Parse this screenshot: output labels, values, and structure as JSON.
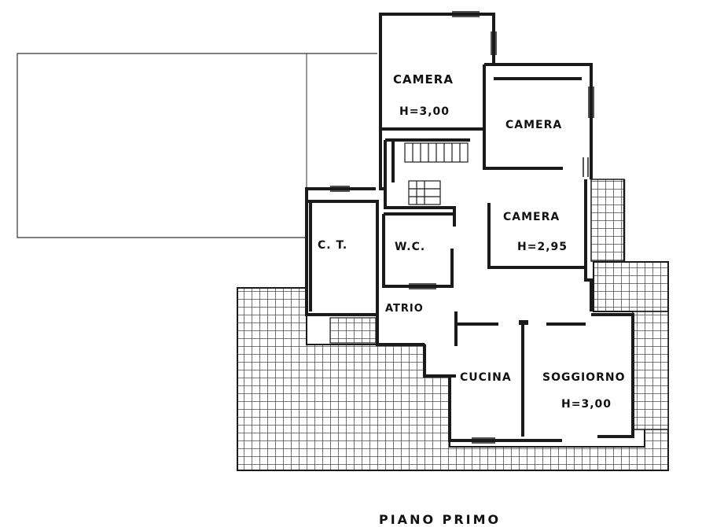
{
  "plan": {
    "title": "PIANO PRIMO",
    "rooms": {
      "camera_1": {
        "name": "CAMERA",
        "height": "H=3,00"
      },
      "camera_2": {
        "name": "CAMERA"
      },
      "camera_3": {
        "name": "CAMERA",
        "height": "H=2,95"
      },
      "ct": {
        "name": "C. T."
      },
      "wc": {
        "name": "W.C."
      },
      "atrio": {
        "name": "ATRIO"
      },
      "cucina": {
        "name": "CUCINA"
      },
      "soggiorno": {
        "name": "SOGGIORNO",
        "height": "H=3,00"
      }
    }
  },
  "colors": {
    "wall": "#1a1a1a",
    "grid": "#2a2a2a",
    "background": "#ffffff"
  }
}
